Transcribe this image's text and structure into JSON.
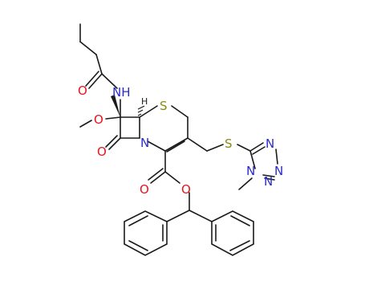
{
  "molecule": {
    "atom_labels": {
      "amide_nh": "NH",
      "amide_o": "O",
      "methoxy_o": "O",
      "lactam_o": "O",
      "ring_n": "N",
      "ring_s": "S",
      "thioether_s": "S",
      "ester_o_carbonyl": "O",
      "ester_o_link": "O",
      "tz_n1": "N",
      "tz_n2": "N",
      "tz_n3": "N",
      "tz_n4": "N",
      "stereo_h": "H"
    },
    "colors": {
      "bond": "#1a1a1a",
      "oxygen": "#e8131f",
      "nitrogen": "#2b2bcc",
      "sulfur": "#8a8a12",
      "carbon": "#1a1a1a"
    }
  }
}
